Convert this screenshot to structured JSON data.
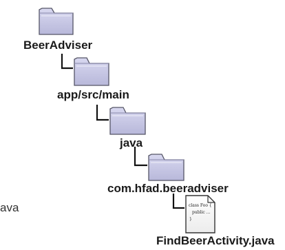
{
  "tree": {
    "nodes": [
      {
        "label": "BeerAdviser",
        "icon": "folder-icon"
      },
      {
        "label": "app/src/main",
        "icon": "folder-icon"
      },
      {
        "label": "java",
        "icon": "folder-icon"
      },
      {
        "label": "com.hfad.beeradviser",
        "icon": "folder-icon"
      },
      {
        "label": "FindBeerActivity.java",
        "icon": "java-file-icon"
      }
    ],
    "file_icon_text": [
      "class Foo {",
      "public ...",
      "}"
    ],
    "partial_text": "ava"
  },
  "colors": {
    "folder_fill": "#c8c8e6",
    "folder_stroke": "#555566",
    "connector": "#111111",
    "text": "#1a1a1a"
  }
}
